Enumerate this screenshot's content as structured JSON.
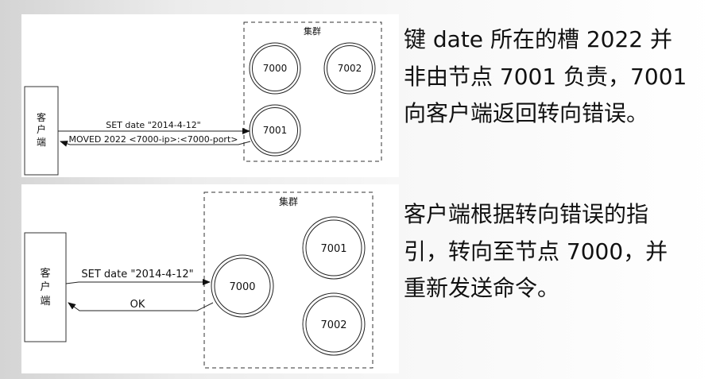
{
  "diagram_top": {
    "cluster_label": "集群",
    "client_chars": [
      "客",
      "户",
      "端"
    ],
    "nodes": [
      "7000",
      "7002",
      "7001"
    ],
    "request": "SET date \"2014-4-12\"",
    "response": "MOVED 2022 <7000-ip>:<7000-port>"
  },
  "diagram_bottom": {
    "cluster_label": "集群",
    "client_chars": [
      "客",
      "户",
      "端"
    ],
    "nodes": [
      "7000",
      "7001",
      "7002"
    ],
    "request": "SET date \"2014-4-12\"",
    "response": "OK"
  },
  "text_top": [
    "键 date 所在的槽 2022 并",
    "非由节点 7001 负责，7001",
    "向客户端返回转向错误。"
  ],
  "text_bottom": [
    "客户端根据转向错误的指",
    "引，转向至节点 7000，并",
    "重新发送命令。"
  ]
}
